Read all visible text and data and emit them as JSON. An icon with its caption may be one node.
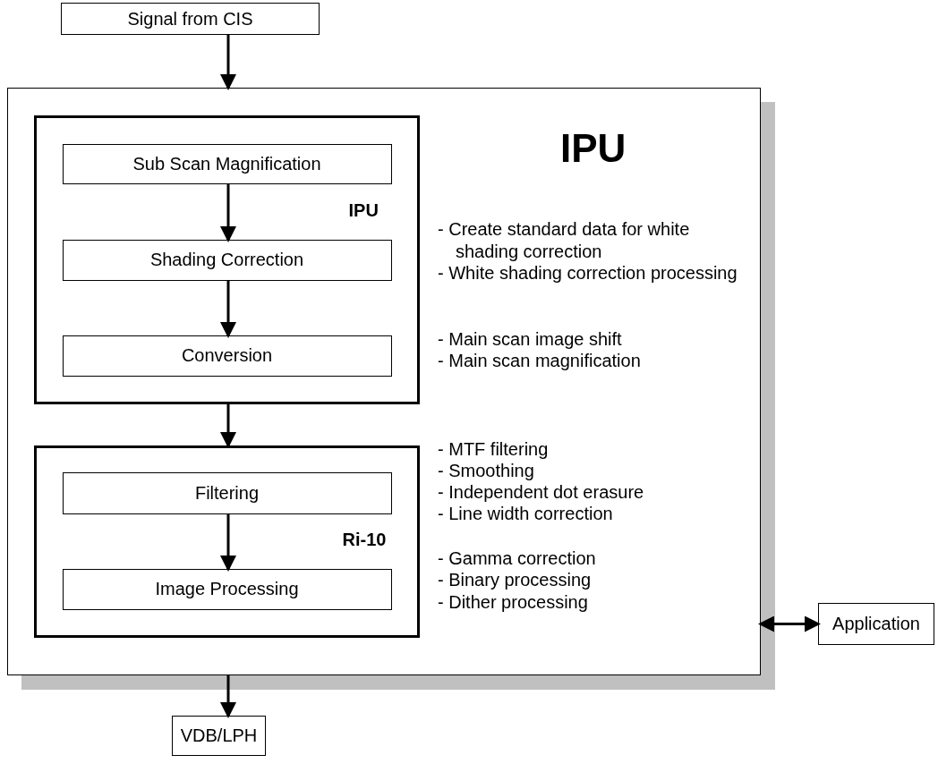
{
  "diagram": {
    "nodes": [
      {
        "text": [
          "Signal from CIS"
        ]
      },
      {
        "text": [
          "IPU"
        ]
      },
      {
        "text": [
          "IPU"
        ],
        "in": 1
      },
      {
        "text": [
          "Sub Scan Magnification"
        ],
        "in": 2
      },
      {
        "text": [
          "Shading Correction"
        ],
        "in": 2
      },
      {
        "text": [
          "Conversion"
        ],
        "in": 2
      },
      {
        "text": [
          "Ri-10"
        ],
        "in": 1
      },
      {
        "text": [
          "Filtering"
        ],
        "in": 6
      },
      {
        "text": [
          "Image Processing"
        ],
        "in": 6
      },
      {
        "text": [
          "Application"
        ]
      },
      {
        "text": [
          "VDB/LPH"
        ]
      }
    ],
    "edges": [
      {
        "from": 0,
        "to": 1,
        "arrow": "to"
      },
      {
        "from": 3,
        "to": 4,
        "arrow": "to"
      },
      {
        "from": 4,
        "to": 5,
        "arrow": "to"
      },
      {
        "from": 2,
        "to": 6,
        "arrow": "to"
      },
      {
        "from": 7,
        "to": 8,
        "arrow": "to"
      },
      {
        "from": 1,
        "to": 9,
        "arrow": "both"
      },
      {
        "from": 1,
        "to": 10,
        "arrow": "to"
      }
    ],
    "labels": [
      "- Create standard data for white shading correction",
      "- White shading correction processing",
      "- Main scan image shift",
      "- Main scan magnification",
      "- MTF filtering",
      "- Smoothing",
      "- Independent dot erasure",
      "- Line width correction",
      "- Gamma correction",
      "- Binary processing",
      "- Dither processing"
    ]
  }
}
